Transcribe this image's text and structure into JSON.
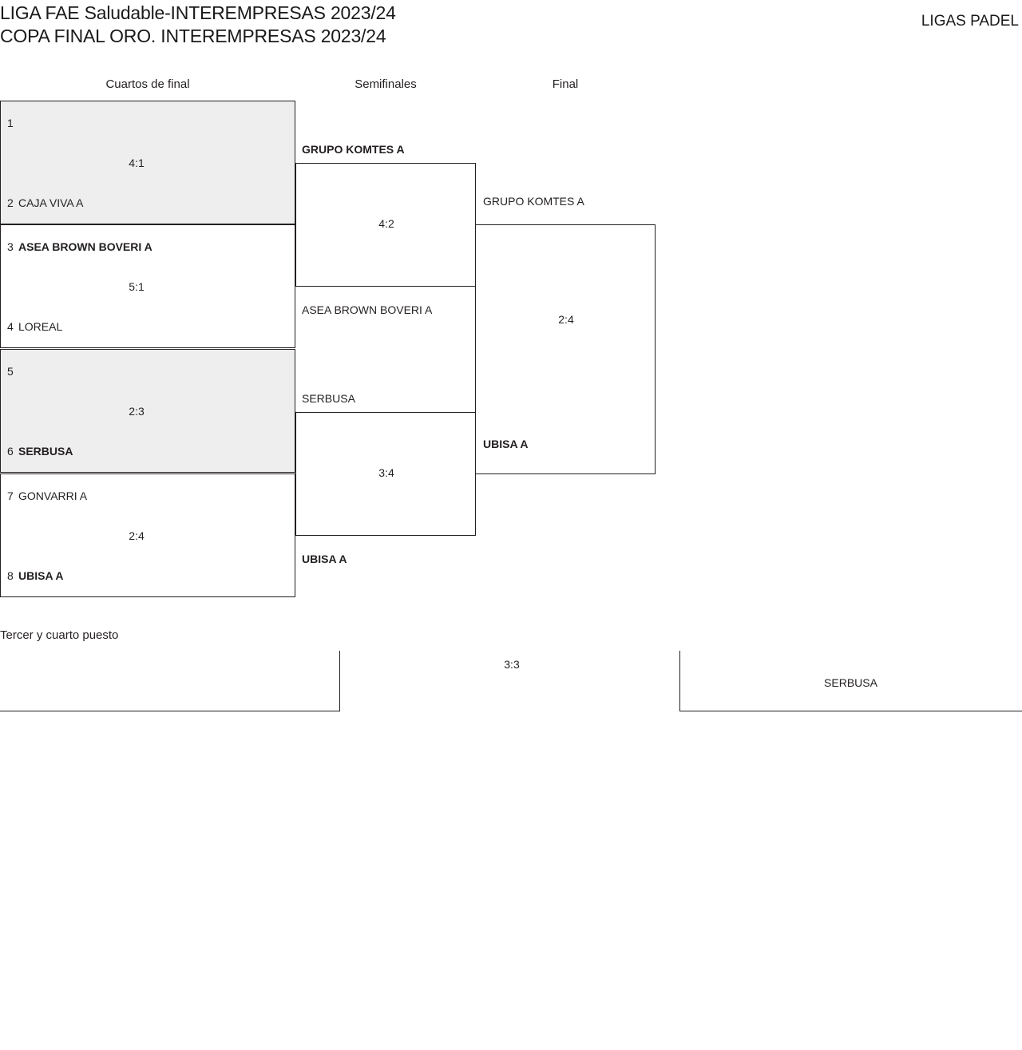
{
  "header": {
    "title_line1": "LIGA FAE Saludable-INTEREMPRESAS 2023/24",
    "title_line2": "COPA FINAL ORO. INTEREMPRESAS 2023/24",
    "brand": "LIGAS PADEL"
  },
  "rounds": [
    {
      "label": "Cuartos de final"
    },
    {
      "label": "Semifinales"
    },
    {
      "label": "Final"
    }
  ],
  "quarterfinals": [
    {
      "score": "4:1",
      "top": {
        "seed": "1",
        "team": "",
        "winner": false
      },
      "bottom": {
        "seed": "2",
        "team": "CAJA VIVA A",
        "winner": false
      }
    },
    {
      "score": "5:1",
      "top": {
        "seed": "3",
        "team": "ASEA BROWN BOVERI A",
        "winner": true
      },
      "bottom": {
        "seed": "4",
        "team": "LOREAL",
        "winner": false
      }
    },
    {
      "score": "2:3",
      "top": {
        "seed": "5",
        "team": "",
        "winner": false
      },
      "bottom": {
        "seed": "6",
        "team": "SERBUSA",
        "winner": true
      }
    },
    {
      "score": "2:4",
      "top": {
        "seed": "7",
        "team": "GONVARRI A",
        "winner": false
      },
      "bottom": {
        "seed": "8",
        "team": "UBISA A",
        "winner": true
      }
    }
  ],
  "semifinals": [
    {
      "score": "4:2",
      "top": {
        "team": "GRUPO KOMTES A",
        "winner": true
      },
      "bottom": {
        "team": "ASEA BROWN BOVERI A",
        "winner": false
      }
    },
    {
      "score": "3:4",
      "top": {
        "team": "SERBUSA",
        "winner": false
      },
      "bottom": {
        "team": "UBISA A",
        "winner": true
      }
    }
  ],
  "final": {
    "score": "2:4",
    "top": {
      "team": "GRUPO KOMTES A",
      "winner": false
    },
    "bottom": {
      "team": "UBISA A",
      "winner": true
    }
  },
  "third_place": {
    "title": "Tercer y cuarto puesto",
    "score": "3:3",
    "left_team": "",
    "right_team": "SERBUSA"
  },
  "colors": {
    "line": "#231f20",
    "shade": "#eeeeee",
    "text": "#231f20",
    "background": "#ffffff"
  }
}
